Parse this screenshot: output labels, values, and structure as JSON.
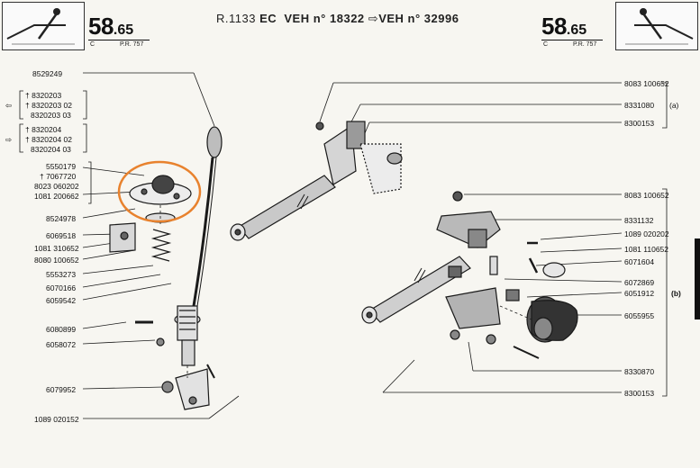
{
  "header": {
    "page_number": "58",
    "page_sub": "65",
    "left_code_c": "C",
    "left_code_pr": "P.R. 757",
    "right_code_c": "C",
    "right_code_pr": "P.R. 757",
    "title_model": "R.1133",
    "title_ec": "EC",
    "title_veh1_label": "VEH n°",
    "title_veh1": "18322",
    "title_arrow": "⇨",
    "title_veh2_label": "VEH n°",
    "title_veh2": "32996"
  },
  "left_labels": [
    {
      "id": "l1",
      "text": "8529249"
    },
    {
      "id": "l2",
      "text": "† 8320203"
    },
    {
      "id": "l3",
      "text": "† 8320203 02"
    },
    {
      "id": "l4",
      "text": "8320203 03"
    },
    {
      "id": "l5",
      "text": "† 8320204"
    },
    {
      "id": "l6",
      "text": "† 8320204 02"
    },
    {
      "id": "l7",
      "text": "8320204 03"
    },
    {
      "id": "l8",
      "text": "5550179"
    },
    {
      "id": "l9",
      "text": "† 7067720"
    },
    {
      "id": "l10",
      "text": "8023 060202"
    },
    {
      "id": "l11",
      "text": "1081 200662"
    },
    {
      "id": "l12",
      "text": "8524978"
    },
    {
      "id": "l13",
      "text": "6069518"
    },
    {
      "id": "l14",
      "text": "1081 310652"
    },
    {
      "id": "l15",
      "text": "8080 100652"
    },
    {
      "id": "l16",
      "text": "5553273"
    },
    {
      "id": "l17",
      "text": "6070166"
    },
    {
      "id": "l18",
      "text": "6059542"
    },
    {
      "id": "l19",
      "text": "6080899"
    },
    {
      "id": "l20",
      "text": "6058072"
    },
    {
      "id": "l21",
      "text": "6079952"
    },
    {
      "id": "l22",
      "text": "1089 020152"
    }
  ],
  "right_labels": [
    {
      "id": "r1",
      "text": "8083 100652"
    },
    {
      "id": "r2",
      "text": "8331080"
    },
    {
      "id": "r3",
      "text": "8300153"
    },
    {
      "id": "r4",
      "text": "8083 100652"
    },
    {
      "id": "r5",
      "text": "8331132"
    },
    {
      "id": "r6",
      "text": "1089 020202"
    },
    {
      "id": "r7",
      "text": "1081 110652"
    },
    {
      "id": "r8",
      "text": "6071604"
    },
    {
      "id": "r9",
      "text": "6072869"
    },
    {
      "id": "r10",
      "text": "6051912"
    },
    {
      "id": "r11",
      "text": "6055955"
    },
    {
      "id": "r12",
      "text": "8330870"
    },
    {
      "id": "r13",
      "text": "8300153"
    }
  ],
  "group_tags": {
    "a": "(a)",
    "b": "(b)"
  },
  "colors": {
    "highlight": "#e8822e",
    "ink": "#1a1a1a",
    "paper": "#f7f6f1"
  },
  "icons": [
    "gear-lever-thumbnail-icon",
    "lhd-car-icon",
    "rhd-car-icon"
  ]
}
